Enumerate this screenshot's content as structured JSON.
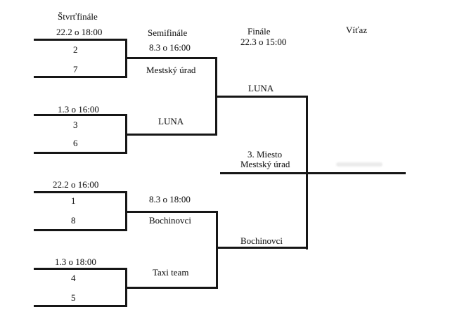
{
  "rounds": {
    "quarterfinal_label": "Štvrťfinále",
    "semifinal_label": "Semifinále",
    "final_label": "Finále",
    "winner_label": "Víťaz"
  },
  "quarterfinals": [
    {
      "datetime": "22.2 o 18:00",
      "top_seed": "2",
      "bottom_seed": "7"
    },
    {
      "datetime": "1.3 o 16:00",
      "top_seed": "3",
      "bottom_seed": "6"
    },
    {
      "datetime": "22.2 o 16:00",
      "top_seed": "1",
      "bottom_seed": "8"
    },
    {
      "datetime": "1.3 o 18:00",
      "top_seed": "4",
      "bottom_seed": "5"
    }
  ],
  "semifinals": [
    {
      "datetime": "8.3 o 16:00",
      "top_team": "Mestský úrad",
      "bottom_team": "LUNA"
    },
    {
      "datetime": "8.3 o 18:00",
      "top_team": "Bochinovci",
      "bottom_team": "Taxi team"
    }
  ],
  "final": {
    "datetime": "22.3 o 15:00",
    "top_team": "LUNA",
    "bottom_team": "Bochinovci"
  },
  "third_place": {
    "label": "3. Miesto",
    "team": "Mestský úrad"
  },
  "colors": {
    "line": "#161616",
    "background": "#ffffff"
  }
}
